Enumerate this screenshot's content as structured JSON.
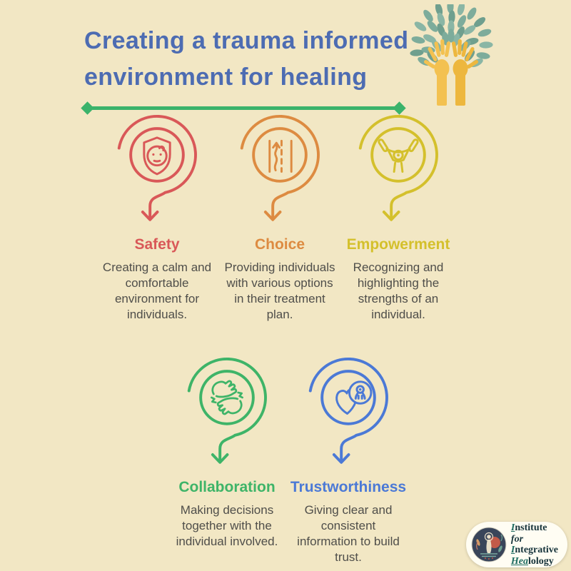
{
  "page": {
    "background": "#f2e7c4"
  },
  "header": {
    "title_line1": "Creating a trauma informed",
    "title_line2": "environment for healing",
    "title_color": "#4d6cb2",
    "divider_color": "#3bb36b"
  },
  "tree": {
    "leaves_color": "#7dac9b",
    "hands_color": "#f2c04a"
  },
  "body_text_color": "#4f4e4a",
  "principles": [
    {
      "id": "safety",
      "label": "Safety",
      "color": "#d95858",
      "icon": "shield-smiley-spiral-icon",
      "description": "Creating a calm and\ncomfortable\nenvironment for\nindividuals."
    },
    {
      "id": "choice",
      "label": "Choice",
      "color": "#dd8b41",
      "icon": "lane-options-spiral-icon",
      "description": "Providing individuals\nwith various options\nin their treatment\nplan."
    },
    {
      "id": "empowerment",
      "label": "Empowerment",
      "color": "#d4c02c",
      "icon": "weightlifter-spiral-icon",
      "description": "Recognizing and\nhighlighting the\nstrengths of an\nindividual."
    },
    {
      "id": "collaboration",
      "label": "Collaboration",
      "color": "#3eb468",
      "icon": "clasped-hands-spiral-icon",
      "description": "Making decisions\ntogether with the\nindividual involved."
    },
    {
      "id": "trustworthiness",
      "label": "Trustworthiness",
      "color": "#4b79d6",
      "icon": "heart-person-spiral-icon",
      "description": "Giving clear and\nconsistent\ninformation to build\ntrust."
    }
  ],
  "logo": {
    "line1_lead": "I",
    "line1_rest": "nstitute ",
    "line1_italic": "for",
    "line2_lead": "I",
    "line2_rest": "ntegrative",
    "line3_lead": "Hea",
    "line3_rest": "lology",
    "accent_color": "#1d6b60",
    "text_color": "#16333b"
  }
}
